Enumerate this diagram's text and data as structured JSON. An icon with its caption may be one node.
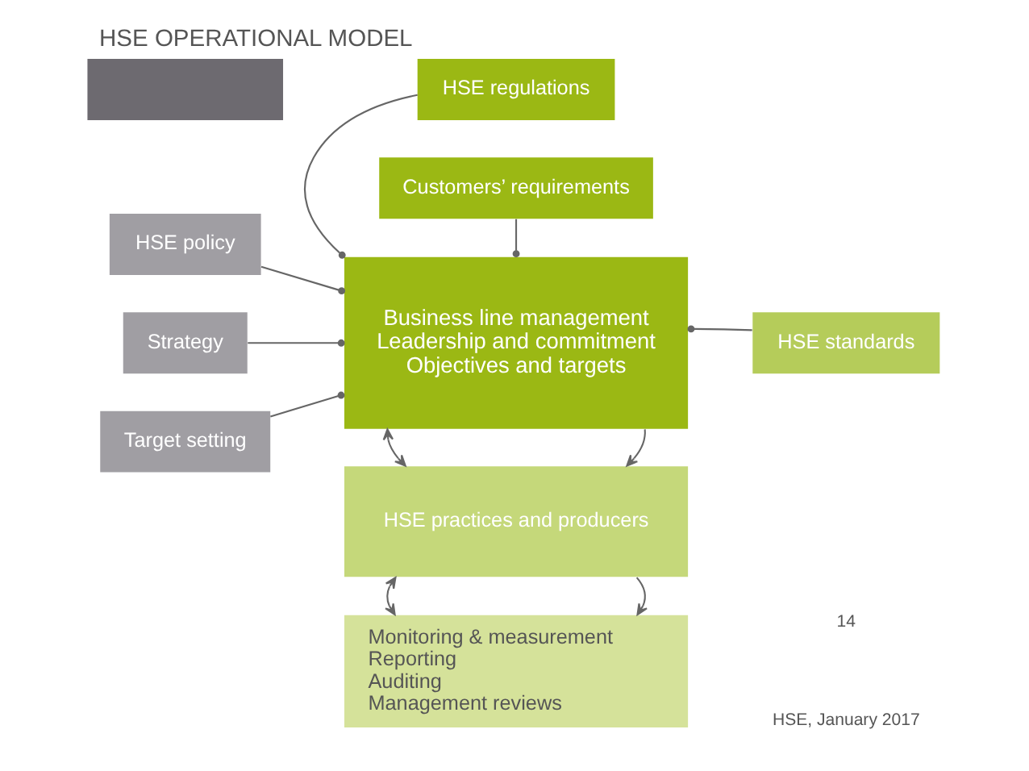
{
  "diagram": {
    "title": "HSE OPERATIONAL MODEL",
    "nodes": [
      {
        "text": [
          "HSE regulations"
        ]
      },
      {
        "text": [
          "Customers’ requirements"
        ]
      },
      {
        "text": [],
        "shape": "box"
      },
      {
        "text": [
          "HSE policy"
        ]
      },
      {
        "text": [
          "Strategy"
        ]
      },
      {
        "text": [
          "Target setting"
        ]
      },
      {
        "text": [
          "HSE standards"
        ]
      },
      {
        "text": [
          "Business line management",
          "Leadership and commitment",
          "Objectives and targets"
        ]
      },
      {
        "text": [
          "HSE practices and producers"
        ]
      },
      {
        "text": [
          "Monitoring & measurement",
          "Reporting",
          "Auditing",
          "Management reviews"
        ]
      }
    ],
    "edges": [
      {
        "from": 0,
        "to": 7,
        "arrow": "other"
      },
      {
        "from": 1,
        "to": 7,
        "arrow": "other"
      },
      {
        "from": 3,
        "to": 7,
        "arrow": "other"
      },
      {
        "from": 4,
        "to": 7,
        "arrow": "other"
      },
      {
        "from": 5,
        "to": 7,
        "arrow": "other"
      },
      {
        "from": 6,
        "to": 7,
        "arrow": "other"
      },
      {
        "from": 7,
        "to": 8,
        "arrow": "to"
      },
      {
        "from": 8,
        "to": 9,
        "arrow": "to"
      },
      {
        "from": 7,
        "to": 8,
        "arrow": "both"
      },
      {
        "from": 8,
        "to": 9,
        "arrow": "both"
      }
    ],
    "labels": [
      "14",
      "HSE, January 2017"
    ]
  }
}
